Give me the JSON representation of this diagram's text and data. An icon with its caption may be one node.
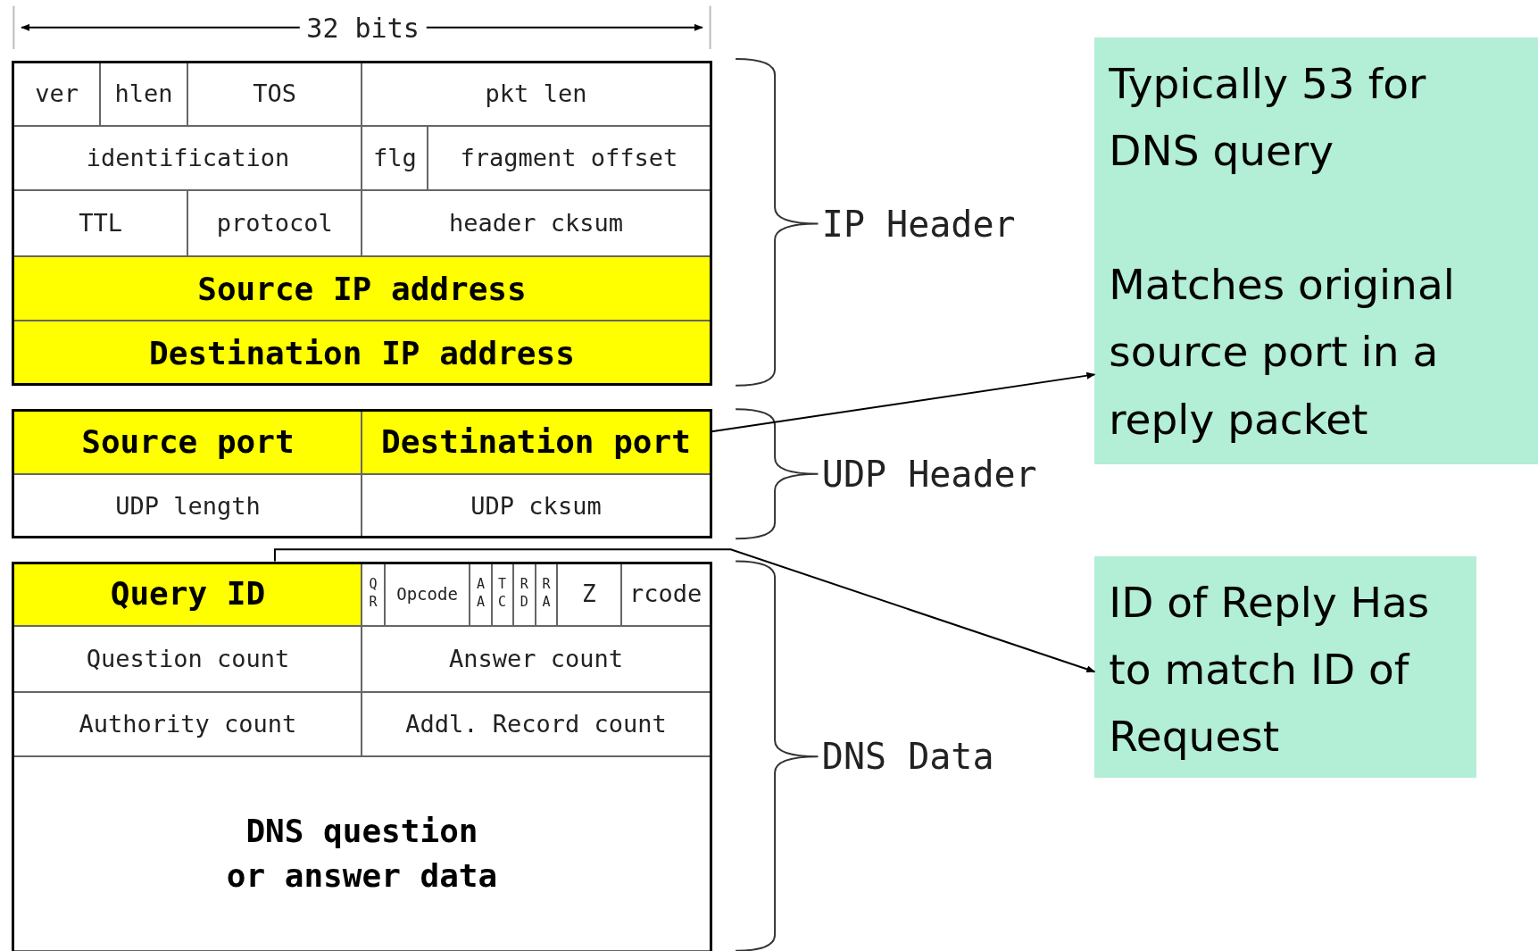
{
  "diagram": {
    "nodes": [
      {
        "text": [
          "ver"
        ]
      },
      {
        "text": [
          "hlen"
        ]
      },
      {
        "text": [
          "TOS"
        ]
      },
      {
        "text": [
          "pkt len"
        ]
      },
      {
        "text": [
          "identification"
        ]
      },
      {
        "text": [
          "flg"
        ]
      },
      {
        "text": [
          "fragment offset"
        ]
      },
      {
        "text": [
          "TTL"
        ]
      },
      {
        "text": [
          "protocol"
        ]
      },
      {
        "text": [
          "header cksum"
        ]
      },
      {
        "text": [
          "Source IP address"
        ]
      },
      {
        "text": [
          "Destination IP address"
        ]
      },
      {
        "text": [
          "Source port"
        ]
      },
      {
        "text": [
          "Destination port"
        ]
      },
      {
        "text": [
          "UDP length"
        ]
      },
      {
        "text": [
          "UDP cksum"
        ]
      },
      {
        "text": [
          "Query ID"
        ]
      },
      {
        "text": [
          "QR"
        ]
      },
      {
        "text": [
          "Opcode"
        ]
      },
      {
        "text": [
          "AA"
        ]
      },
      {
        "text": [
          "TC"
        ]
      },
      {
        "text": [
          "RD"
        ]
      },
      {
        "text": [
          "RA"
        ]
      },
      {
        "text": [
          "Z"
        ]
      },
      {
        "text": [
          "rcode"
        ]
      },
      {
        "text": [
          "Question count"
        ]
      },
      {
        "text": [
          "Answer count"
        ]
      },
      {
        "text": [
          "Authority count"
        ]
      },
      {
        "text": [
          "Addl. Record count"
        ]
      },
      {
        "text": [
          "DNS question or answer data"
        ]
      },
      {
        "text": [
          "Typically 53 for DNS query",
          "Matches original source port in a reply packet"
        ]
      },
      {
        "text": [
          "ID of Reply Has to match ID of Request"
        ]
      }
    ],
    "edges": [
      {
        "from": 13,
        "to": 30,
        "arrow": "to"
      },
      {
        "from": 16,
        "to": 31,
        "arrow": "to"
      }
    ],
    "labels": [
      "32 bits",
      "IP Header",
      "UDP Header",
      "DNS Data"
    ]
  }
}
